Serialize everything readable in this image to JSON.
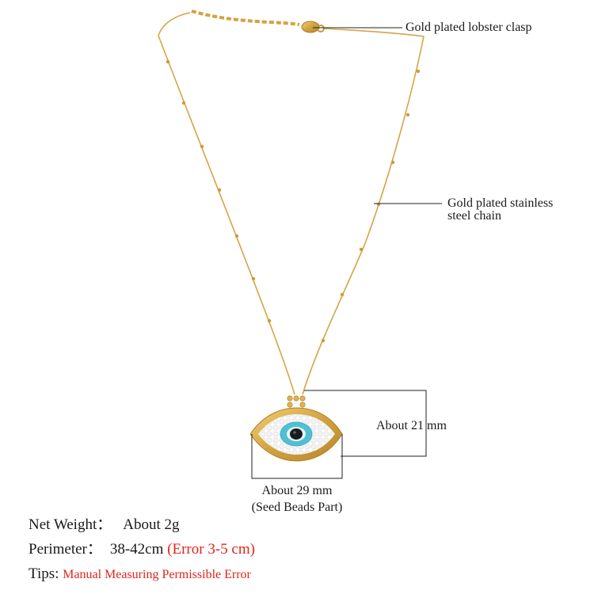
{
  "annotations": {
    "clasp": "Gold plated lobster clasp",
    "chain_line1": "Gold plated stainless",
    "chain_line2": "steel chain",
    "height": "About 21 mm",
    "width_line1": "About 29 mm",
    "width_line2": "(Seed Beads Part)"
  },
  "specs": {
    "net_weight_label": "Net Weight：",
    "net_weight_value": "About 2g",
    "perimeter_label": "Perimeter：",
    "perimeter_value": "38-42cm",
    "perimeter_error": "(Error 3-5 cm)",
    "tips_label": "Tips:",
    "tips_value": "Manual Measuring Permissible Error"
  },
  "colors": {
    "gold": "#d9ad4a",
    "turquoise": "#4fc1d3",
    "accent_red": "#e0261b"
  }
}
